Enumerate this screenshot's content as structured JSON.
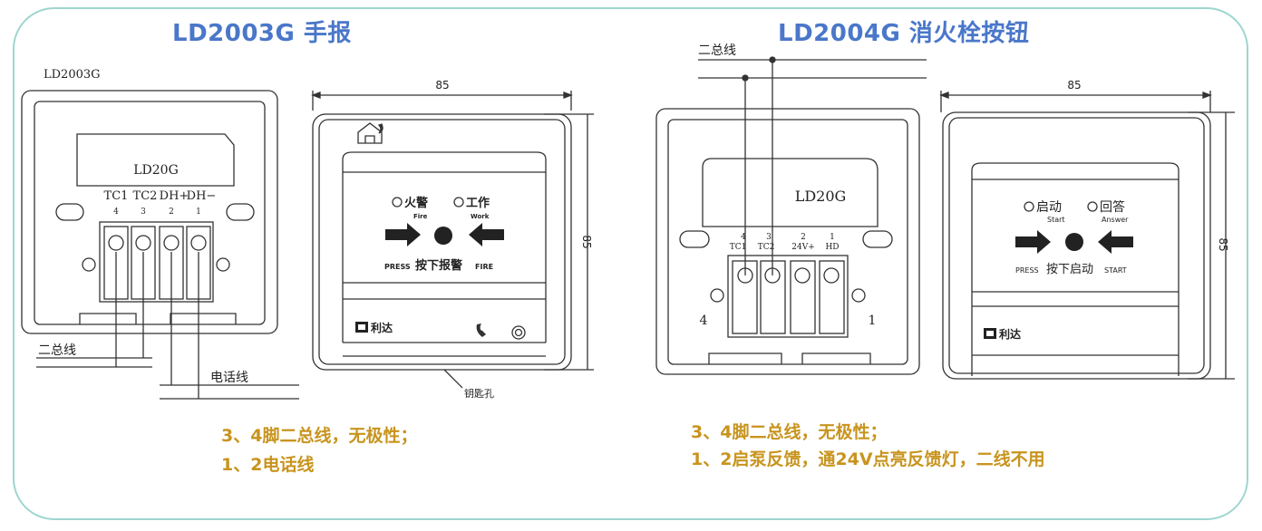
{
  "left": {
    "title": "LD2003G  手报",
    "model_tag": "LD2003G",
    "board_label": "LD20G",
    "terminals": [
      "TC1",
      "TC2",
      "DH+",
      "DH−"
    ],
    "terminal_numbers": [
      "4",
      "3",
      "2",
      "1"
    ],
    "wire_labels": [
      "二总线",
      "电话线"
    ],
    "dimension": "85",
    "front": {
      "led_fire": "火警",
      "led_fire_en": "Fire",
      "led_work": "工作",
      "led_work_en": "Work",
      "press": "PRESS",
      "action": "按下报警",
      "fire": "FIRE",
      "brand": "利达",
      "key_hole": "钥匙孔"
    },
    "notes": [
      "3、4脚二总线，无极性；",
      "1、2电话线"
    ]
  },
  "right": {
    "title": "LD2004G  消火栓按钮",
    "wire_label": "二总线",
    "board_label": "LD20G",
    "terminals": [
      "TC1",
      "TC2",
      "24V+",
      "HD"
    ],
    "terminal_numbers": [
      "4",
      "3",
      "2",
      "1"
    ],
    "screw_left": "4",
    "screw_right": "1",
    "dimension": "85",
    "front": {
      "led_start": "启动",
      "led_start_en": "Start",
      "led_answer": "回答",
      "led_answer_en": "Answer",
      "press": "PRESS",
      "action": "按下启动",
      "start": "START",
      "brand": "利达"
    },
    "notes": [
      "3、4脚二总线，无极性；",
      "1、2启泵反馈，通24V点亮反馈灯，二线不用"
    ]
  },
  "colors": {
    "frame": "#9ed6cf",
    "heading": "#4a77c9",
    "note": "#c8941e",
    "line": "#333333"
  }
}
